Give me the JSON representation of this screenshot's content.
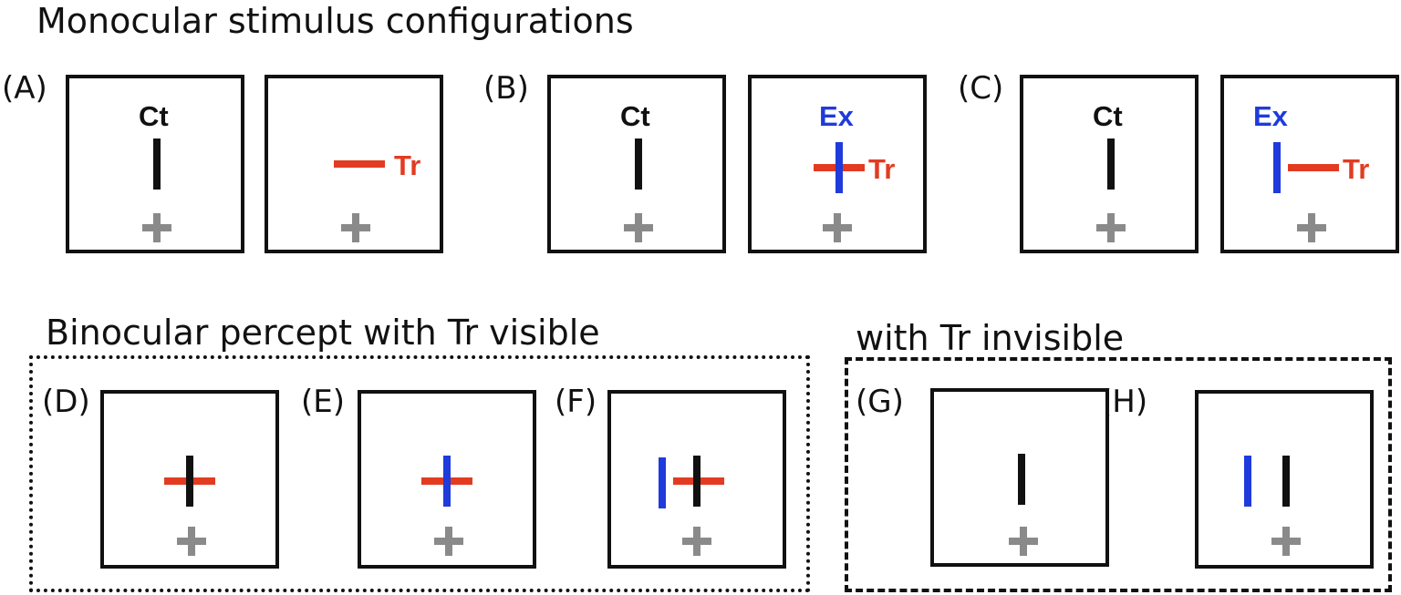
{
  "headings": {
    "monocular": "Monocular stimulus configurations",
    "binocular_visible": "Binocular percept with Tr visible",
    "invisible": "with Tr invisible"
  },
  "panel_labels": {
    "A": "(A)",
    "B": "(B)",
    "C": "(C)",
    "D": "(D)",
    "E": "(E)",
    "F": "(F)",
    "G": "(G)",
    "H": "(H)"
  },
  "stimulus_labels": {
    "ct": "Ct",
    "ex": "Ex",
    "tr": "Tr"
  },
  "colors": {
    "ct_black": "#111111",
    "ex_blue": "#1f3bdb",
    "tr_red": "#e23b22",
    "fixation_gray": "#8a8a8a"
  },
  "icons": {
    "fixation": "fixation-cross-icon"
  }
}
